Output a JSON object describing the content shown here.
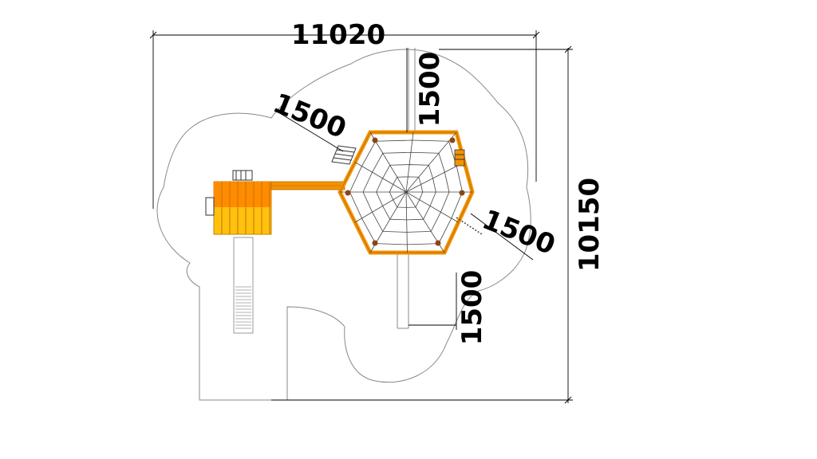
{
  "dimensions": {
    "total_width": "11020",
    "total_depth": "10150",
    "top_clearance": "1500",
    "bottom_clearance": "1500",
    "left_diagonal_clearance": "1500",
    "right_diagonal_clearance": "1500"
  },
  "colors": {
    "frame_orange": "#f39200",
    "frame_dark": "#e07800",
    "tower_roof": "#ff8c00",
    "tower_wall": "#ffc20e",
    "post_brown": "#8b4513",
    "outline_gray": "#888888"
  }
}
